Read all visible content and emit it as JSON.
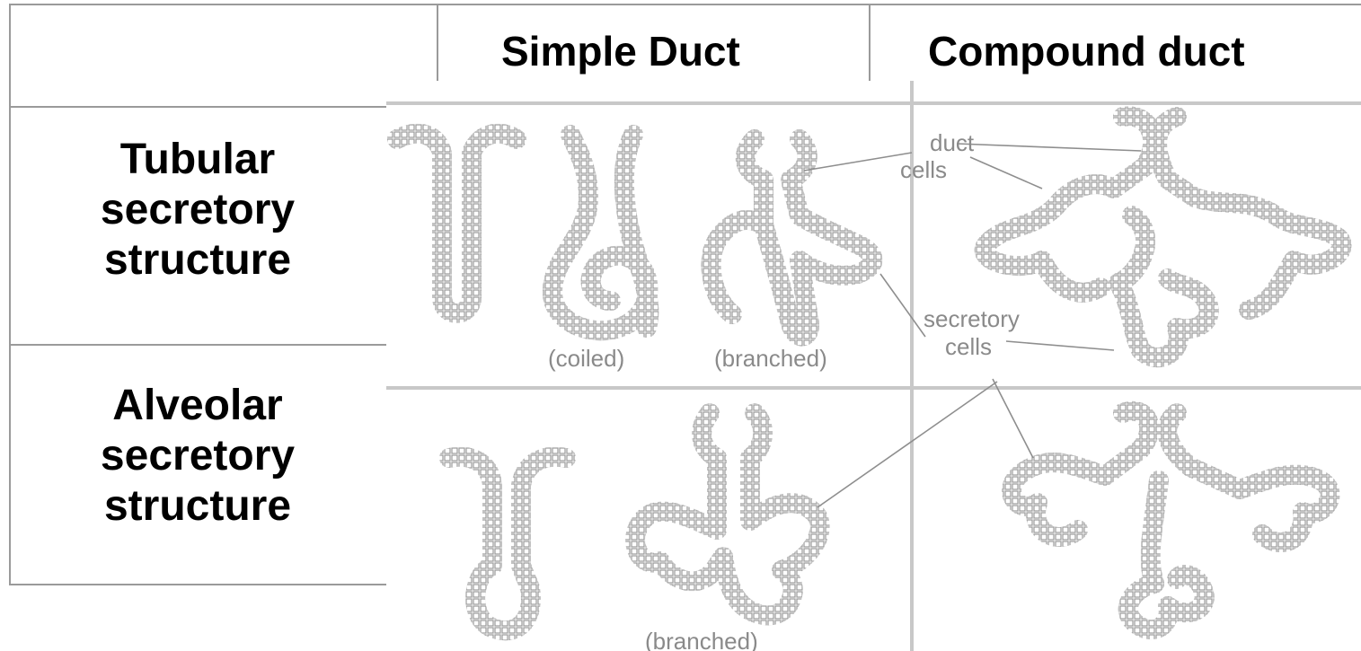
{
  "table": {
    "col_headers": [
      "",
      "Simple Duct",
      "Compound duct"
    ],
    "rows": [
      {
        "label_lines": [
          "Tubular",
          "secretory",
          "structure"
        ]
      },
      {
        "label_lines": [
          "Alveolar",
          "secretory",
          "structure"
        ]
      }
    ]
  },
  "figure": {
    "labels": {
      "coiled": "(coiled)",
      "branched_tubular": "(branched)",
      "branched_alveolar": "(branched)",
      "duct_cells_line1": "duct",
      "duct_cells_line2": "cells",
      "secretory_cells_line1": "secretory",
      "secretory_cells_line2": "cells"
    },
    "colors": {
      "gland_outline": "#8c8c8c",
      "gland_fill": "#d8d8d8",
      "label_text": "#8a8a8a"
    }
  }
}
